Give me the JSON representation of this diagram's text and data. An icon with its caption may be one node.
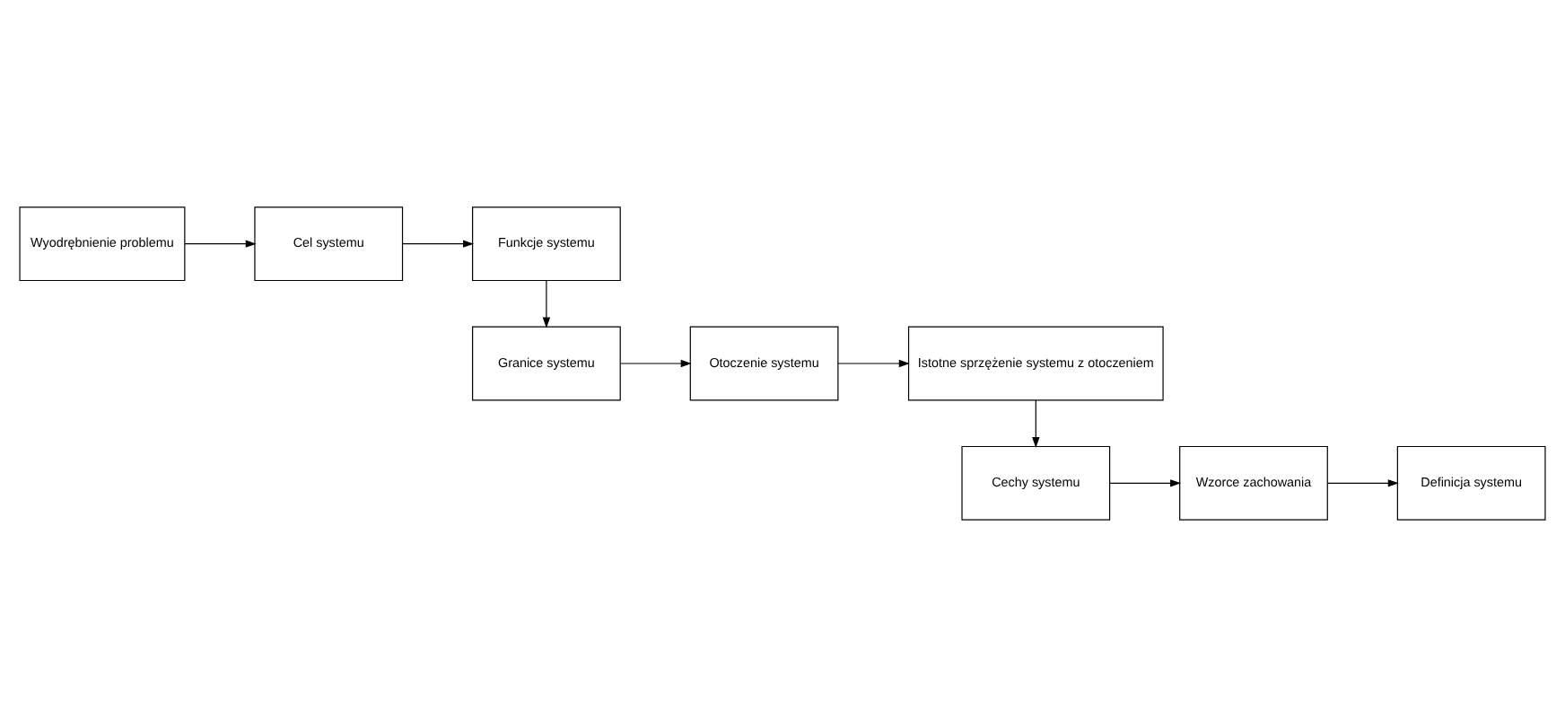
{
  "diagram": {
    "nodes": [
      {
        "text": [
          "Wyodrębnienie problemu"
        ]
      },
      {
        "text": [
          "Cel systemu"
        ]
      },
      {
        "text": [
          "Funkcje systemu"
        ]
      },
      {
        "text": [
          "Granice systemu"
        ]
      },
      {
        "text": [
          "Otoczenie systemu"
        ]
      },
      {
        "text": [
          "Istotne sprzężenie systemu z otoczeniem"
        ]
      },
      {
        "text": [
          "Cechy systemu"
        ]
      },
      {
        "text": [
          "Wzorce zachowania"
        ]
      },
      {
        "text": [
          "Definicja systemu"
        ]
      }
    ],
    "edges": [
      {
        "from": 0,
        "to": 1,
        "arrow": "to"
      },
      {
        "from": 1,
        "to": 2,
        "arrow": "to"
      },
      {
        "from": 2,
        "to": 3,
        "arrow": "to"
      },
      {
        "from": 3,
        "to": 4,
        "arrow": "to"
      },
      {
        "from": 4,
        "to": 5,
        "arrow": "to"
      },
      {
        "from": 5,
        "to": 6,
        "arrow": "to"
      },
      {
        "from": 6,
        "to": 7,
        "arrow": "to"
      },
      {
        "from": 7,
        "to": 8,
        "arrow": "to"
      }
    ]
  }
}
